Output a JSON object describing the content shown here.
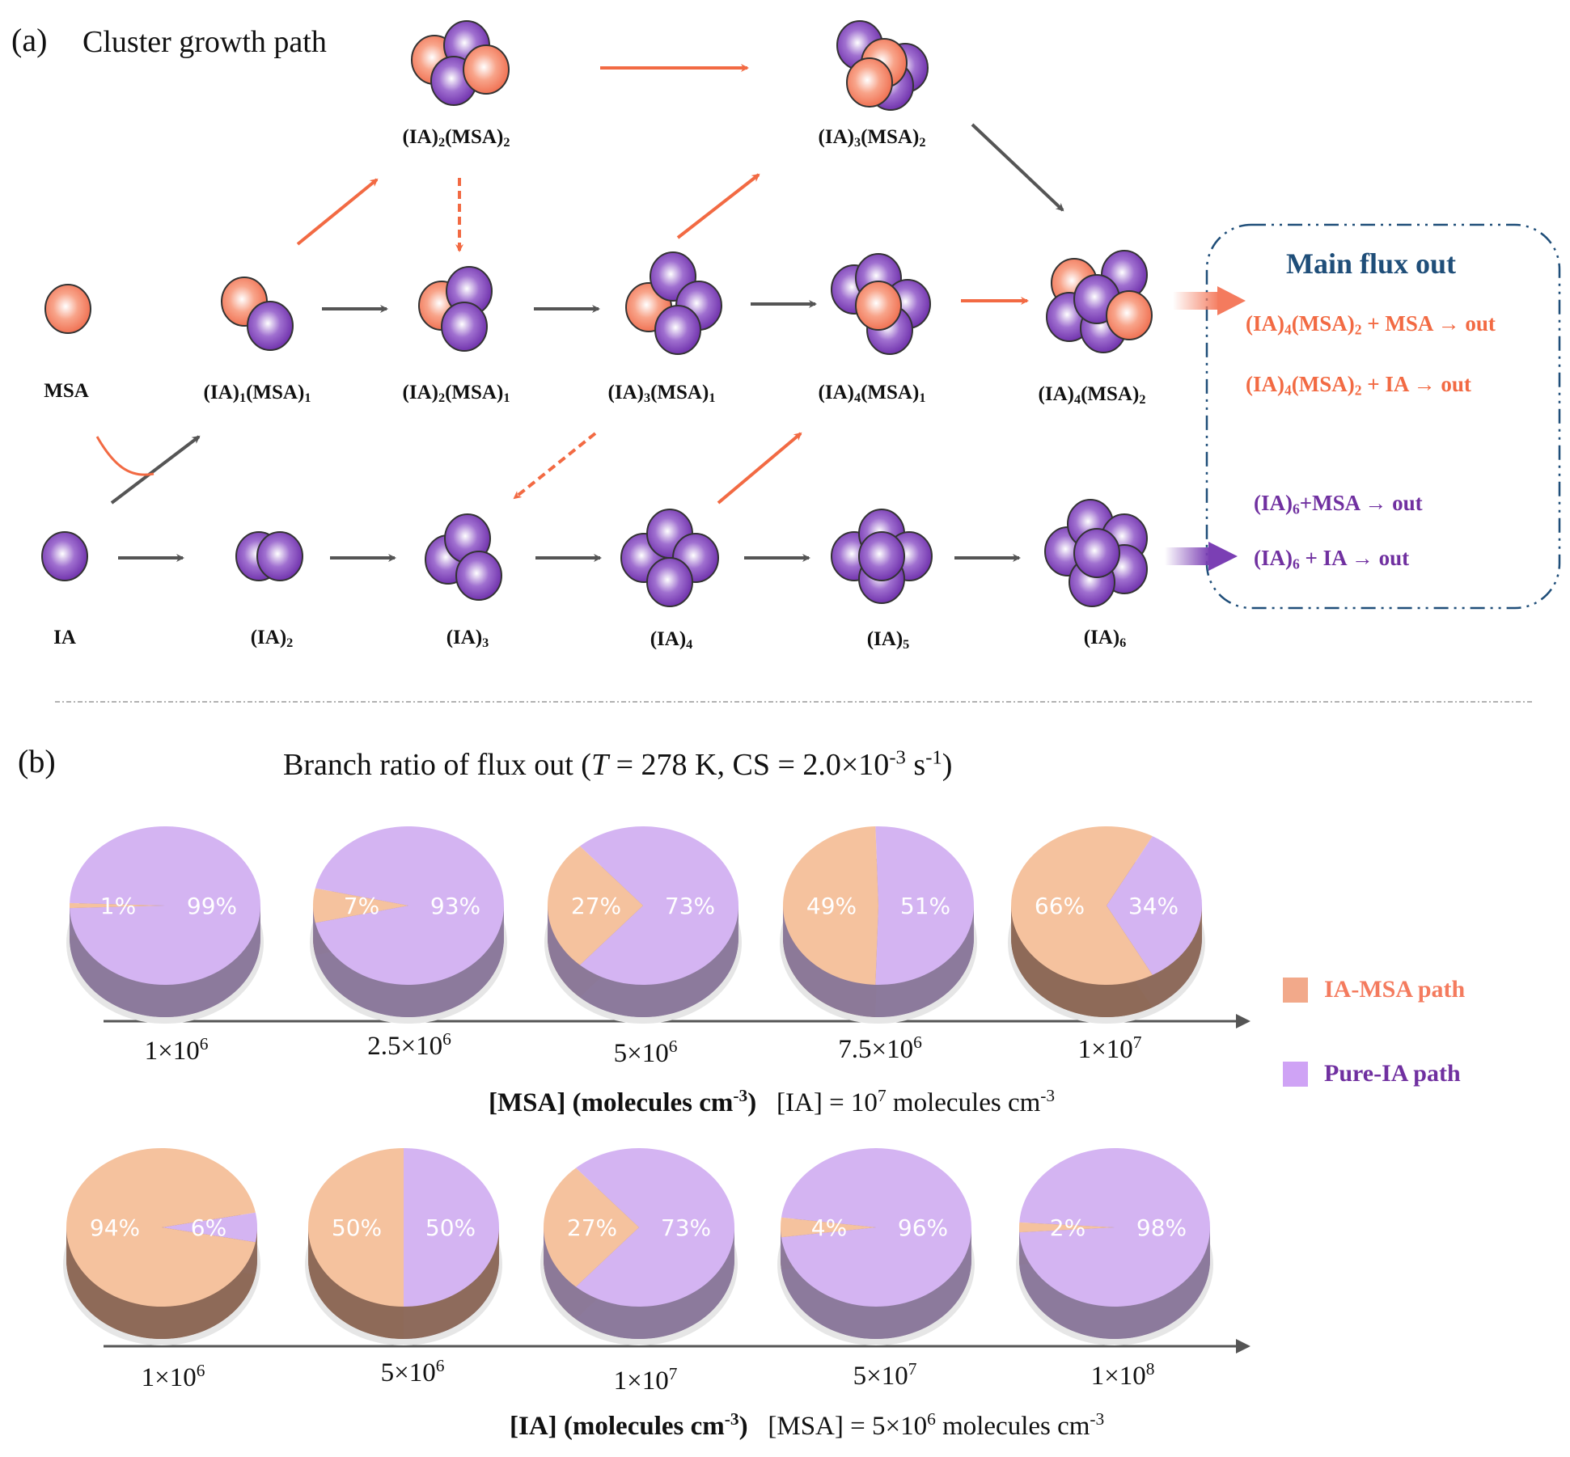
{
  "panel_a": {
    "label": "(a)",
    "title": "Cluster growth path",
    "colors": {
      "msa": "#f47b5e",
      "ia": "#7b3fb4",
      "msa_arrow": "#f26a43",
      "main_arrow": "#555555",
      "box": "#1f4e79"
    },
    "species": [
      {
        "id": "ia2msa2",
        "label_parts": [
          "(IA)",
          "2",
          "(MSA)",
          "2"
        ]
      },
      {
        "id": "ia3msa2",
        "label_parts": [
          "(IA)",
          "3",
          "(MSA)",
          "2"
        ]
      },
      {
        "id": "msa",
        "label_parts": [
          "MSA"
        ]
      },
      {
        "id": "ia1msa1",
        "label_parts": [
          "(IA)",
          "1",
          "(MSA)",
          "1"
        ]
      },
      {
        "id": "ia2msa1",
        "label_parts": [
          "(IA)",
          "2",
          "(MSA)",
          "1"
        ]
      },
      {
        "id": "ia3msa1",
        "label_parts": [
          "(IA)",
          "3",
          "(MSA)",
          "1"
        ]
      },
      {
        "id": "ia4msa1",
        "label_parts": [
          "(IA)",
          "4",
          "(MSA)",
          "1"
        ]
      },
      {
        "id": "ia4msa2",
        "label_parts": [
          "(IA)",
          "4",
          "(MSA)",
          "2"
        ]
      },
      {
        "id": "ia",
        "label_parts": [
          "IA"
        ]
      },
      {
        "id": "ia2",
        "label_parts": [
          "(IA)",
          "2"
        ]
      },
      {
        "id": "ia3",
        "label_parts": [
          "(IA)",
          "3"
        ]
      },
      {
        "id": "ia4",
        "label_parts": [
          "(IA)",
          "4"
        ]
      },
      {
        "id": "ia5",
        "label_parts": [
          "(IA)",
          "5"
        ]
      },
      {
        "id": "ia6",
        "label_parts": [
          "(IA)",
          "6"
        ]
      }
    ],
    "flux_box": {
      "title": "Main flux out",
      "msa_lines": [
        {
          "pre": "(IA)",
          "s1": "4",
          "mid": "(MSA)",
          "s2": "2",
          "post": " + MSA → out"
        },
        {
          "pre": "(IA)",
          "s1": "4",
          "mid": "(MSA)",
          "s2": "2",
          "post": " + IA → out"
        }
      ],
      "ia_lines": [
        {
          "pre": "(IA)",
          "s1": "6",
          "post": "+MSA → out"
        },
        {
          "pre": "(IA)",
          "s1": "6",
          "post": " + IA → out"
        }
      ]
    }
  },
  "panel_b": {
    "label": "(b)",
    "title_pre": "Branch ratio of flux out  (",
    "title_T": "T",
    "title_mid": " = 278 K, CS = 2.0×10",
    "title_exp": "-3",
    "title_unit": " s",
    "title_unit_exp": "-1",
    "title_post": ")",
    "legend": [
      {
        "label": "IA-MSA path",
        "swatch": "#f2a98a",
        "text_color": "#f47b5e"
      },
      {
        "label": "Pure-IA  path",
        "swatch": "#cfa3f5",
        "text_color": "#7030a0"
      }
    ]
  },
  "chart_data": [
    {
      "type": "pie",
      "title": "Branch ratio of flux out (T = 278 K, CS = 2.0×10^-3 s^-1)",
      "xlabel": "[MSA] (molecules cm^-3)",
      "condition": "[IA] = 10^7 molecules cm^-3",
      "categories": [
        "1×10^6",
        "2.5×10^6",
        "5×10^6",
        "7.5×10^6",
        "1×10^7"
      ],
      "tick_labels": [
        {
          "mant": "1×10",
          "exp": "6"
        },
        {
          "mant": "2.5×10",
          "exp": "6"
        },
        {
          "mant": "5×10",
          "exp": "6"
        },
        {
          "mant": "7.5×10",
          "exp": "6"
        },
        {
          "mant": "1×10",
          "exp": "7"
        }
      ],
      "series": [
        {
          "name": "IA-MSA path",
          "values": [
            1,
            7,
            27,
            49,
            66
          ]
        },
        {
          "name": "Pure-IA path",
          "values": [
            99,
            93,
            73,
            51,
            34
          ]
        }
      ],
      "caption": {
        "bold_pre": "[MSA] (molecules cm",
        "bold_exp": "-3",
        "bold_post": ")",
        "cond_pre": "[IA] = 10",
        "cond_exp": "7",
        "cond_mid": " molecules cm",
        "cond_exp2": "-3"
      }
    },
    {
      "type": "pie",
      "title": "Branch ratio of flux out (T = 278 K, CS = 2.0×10^-3 s^-1)",
      "xlabel": "[IA] (molecules cm^-3)",
      "condition": "[MSA] = 5×10^6 molecules cm^-3",
      "categories": [
        "1×10^6",
        "5×10^6",
        "1×10^7",
        "5×10^7",
        "1×10^8"
      ],
      "tick_labels": [
        {
          "mant": "1×10",
          "exp": "6"
        },
        {
          "mant": "5×10",
          "exp": "6"
        },
        {
          "mant": "1×10",
          "exp": "7"
        },
        {
          "mant": "5×10",
          "exp": "7"
        },
        {
          "mant": "1×10",
          "exp": "8"
        }
      ],
      "series": [
        {
          "name": "IA-MSA path",
          "values": [
            94,
            50,
            27,
            4,
            2
          ]
        },
        {
          "name": "Pure-IA path",
          "values": [
            6,
            50,
            73,
            96,
            98
          ]
        }
      ],
      "caption": {
        "bold_pre": "[IA] (molecules cm",
        "bold_exp": "-3",
        "bold_post": ")",
        "cond_pre": "[MSA] = 5×10",
        "cond_exp": "6",
        "cond_mid": " molecules cm",
        "cond_exp2": "-3"
      }
    }
  ]
}
